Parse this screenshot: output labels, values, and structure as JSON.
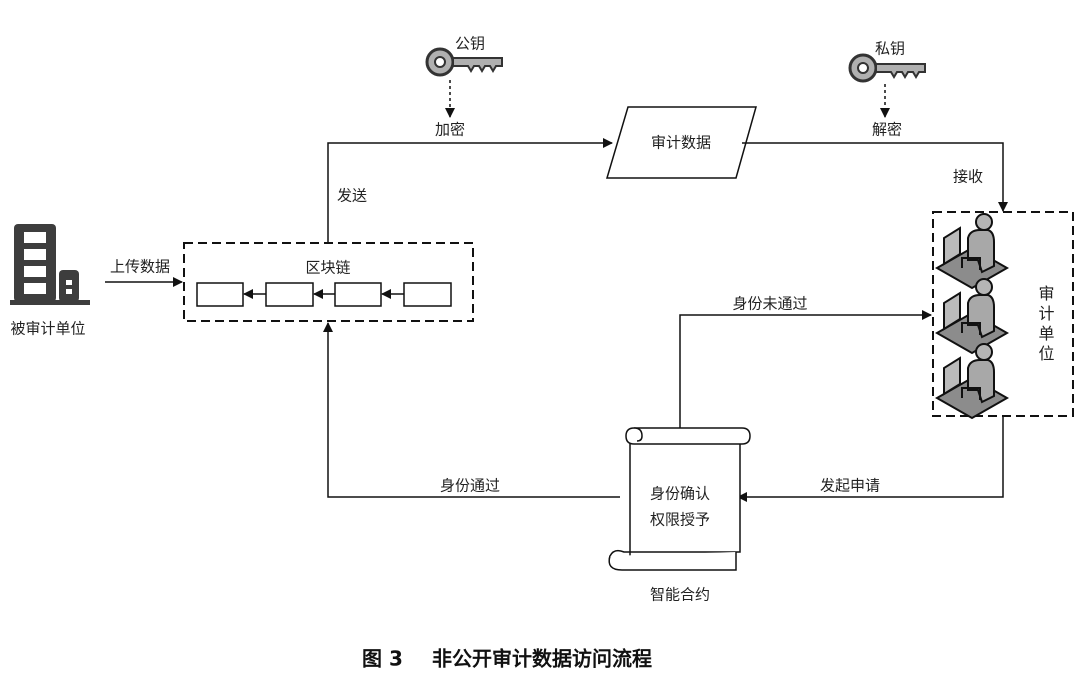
{
  "nodes": {
    "audited_unit": "被审计单位",
    "blockchain": "区块链",
    "audit_data": "审计数据",
    "audit_unit": "审计单位",
    "smart_contract_line1": "身份确认",
    "smart_contract_line2": "权限授予",
    "smart_contract": "智能合约",
    "public_key": "公钥",
    "private_key": "私钥"
  },
  "edges": {
    "upload": "上传数据",
    "send": "发送",
    "encrypt": "加密",
    "decrypt": "解密",
    "receive": "接收",
    "apply": "发起申请",
    "id_failed": "身份未通过",
    "id_passed": "身份通过"
  },
  "caption": {
    "figure": "图 3",
    "title": "非公开审计数据访问流程"
  },
  "colors": {
    "line": "#111111",
    "icon": "#3a3a3a",
    "person": "#9a9a9a"
  }
}
